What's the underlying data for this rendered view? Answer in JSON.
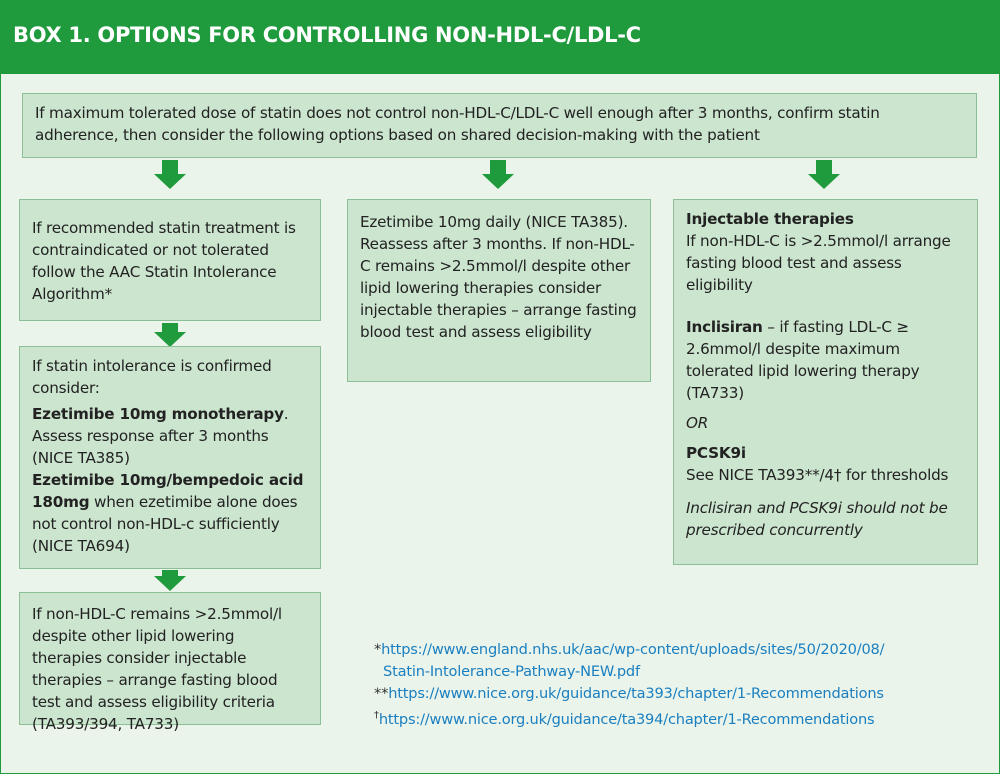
{
  "title": "BOX 1. OPTIONS FOR CONTROLLING NON-HDL-C/LDL-C",
  "top_box": "If maximum tolerated dose of statin does not control non-HDL-C/LDL-C well enough after 3 months, confirm statin adherence, then consider the following options based on shared decision-making with the patient",
  "left": {
    "box1": "If recommended statin treatment is contraindicated or not tolerated follow the AAC Statin Intolerance Algorithm*",
    "box2": {
      "intro": "If statin intolerance is confirmed consider:",
      "eze_bold": "Ezetimibe 10mg monotherapy",
      "eze_after": ". Assess response after 3 months (NICE TA385)",
      "combo_bold": "Ezetimibe 10mg/bempedoic acid 180mg",
      "combo_after": " when ezetimibe alone does not control non-HDL-c sufficiently (NICE TA694)"
    },
    "box3": "If non-HDL-C remains >2.5mmol/l despite other lipid lowering therapies consider injectable therapies – arrange fasting blood test and assess eligibility criteria (TA393/394, TA733)"
  },
  "middle": {
    "box": "Ezetimibe 10mg daily (NICE TA385). Reassess after 3 months. If non-HDL-C remains >2.5mmol/l despite other lipid lowering therapies consider injectable therapies – arrange fasting blood test and assess eligibility"
  },
  "right": {
    "heading": "Injectable therapies",
    "injectable_text": "If non-HDL-C is >2.5mmol/l arrange fasting blood test and assess eligibility",
    "inclisiran_bold": "Inclisiran",
    "inclisiran_text": " – if fasting LDL-C ≥ 2.6mmol/l despite maximum tolerated lipid lowering therapy (TA733)",
    "or": "OR",
    "pcsk9i_bold": "PCSK9i",
    "pcsk9i_text": "See NICE TA393**/4† for thresholds",
    "note": "Inclisiran and PCSK9i should not be prescribed concurrently"
  },
  "footnotes": {
    "f1_marker": "*",
    "f1_url_line1": "https://www.england.nhs.uk/aac/wp-content/uploads/sites/50/2020/08/",
    "f1_url_line2": "Statin-Intolerance-Pathway-NEW.pdf",
    "f2_marker": "**",
    "f2_url": "https://www.nice.org.uk/guidance/ta393/chapter/1-Recommendations",
    "f3_marker": "†",
    "f3_url": "https://www.nice.org.uk/guidance/ta394/chapter/1-Recommendations"
  },
  "colors": {
    "header_green": "#1f9a3d",
    "box_fill": "#cce5cf",
    "background": "#eaf4ea",
    "link_blue": "#1a7fc1"
  }
}
